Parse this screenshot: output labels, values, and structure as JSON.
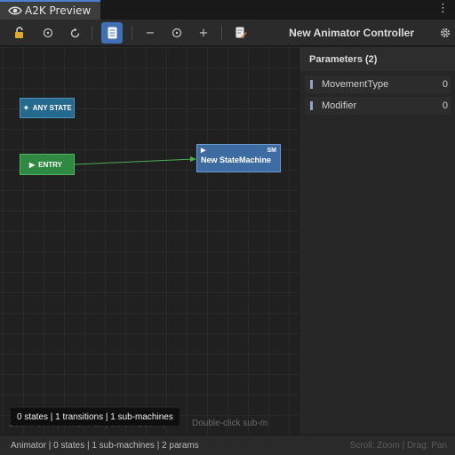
{
  "tab": {
    "title": "A2K Preview",
    "menu_icon": "kebab-icon"
  },
  "toolbar": {
    "controller_title": "New Animator Controller",
    "zoom_minus": "−",
    "zoom_plus": "+"
  },
  "graph": {
    "nodes": {
      "any_state": "ANY STATE",
      "entry": "ENTRY",
      "sub_machine": {
        "badge": "SM",
        "name": "New StateMachine"
      }
    },
    "overlay_stats": "0 states | 1 transitions | 1 sub-machines",
    "ghost_hint": "Zoom: 84% | MMB: Pan | Scroll: Zoom |",
    "ghost_right": "Double-click sub-m"
  },
  "parameters": {
    "header": "Parameters (2)",
    "items": [
      {
        "name": "MovementType",
        "value": "0"
      },
      {
        "name": "Modifier",
        "value": "0"
      }
    ]
  },
  "statusbar": {
    "text": "Animator | 0 states | 1 sub-machines | 2 params",
    "hint": "Scroll: Zoom | Drag: Pan"
  },
  "colors": {
    "accent": "#3f6fb5",
    "any_state": "#26698f",
    "entry": "#2f8a41",
    "sub_machine": "#3d6ca3",
    "transition": "#4caf50"
  }
}
